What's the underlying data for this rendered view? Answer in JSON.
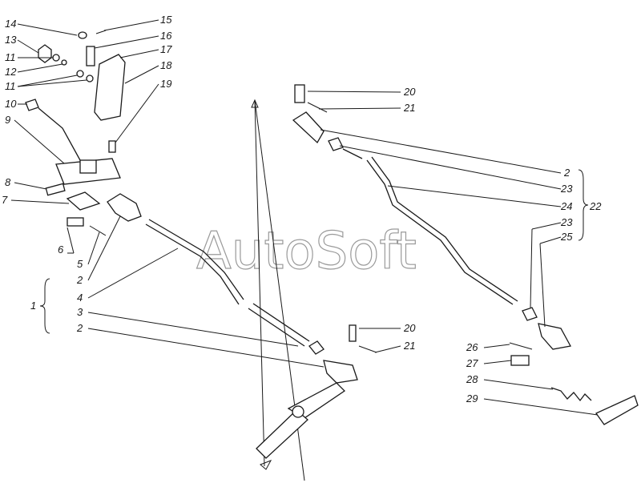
{
  "watermark": "AutoSoft",
  "callouts": {
    "c14": "14",
    "c15": "15",
    "c13": "13",
    "c16": "16",
    "c11a": "11",
    "c17": "17",
    "c12": "12",
    "c18": "18",
    "c11b": "11",
    "c19": "19",
    "c10": "10",
    "c9": "9",
    "c8": "8",
    "c7": "7",
    "c6": "6",
    "c5": "5",
    "c2a": "2",
    "c4a": "4",
    "c1": "1",
    "c3": "3",
    "c2b": "2",
    "c20a": "20",
    "c21a": "21",
    "c20b": "20",
    "c21b": "21",
    "c2c": "2",
    "c23a": "23",
    "c24": "24",
    "c22": "22",
    "c23b": "23",
    "c25": "25",
    "c26": "26",
    "c27": "27",
    "c28": "28",
    "c29": "29"
  }
}
